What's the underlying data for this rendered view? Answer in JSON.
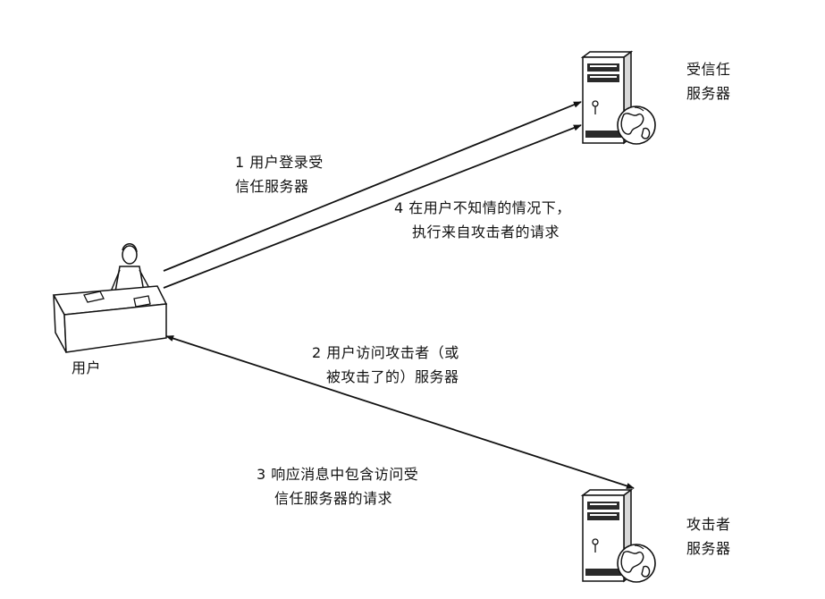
{
  "nodes": {
    "user": {
      "label": "用户",
      "icon": "user-at-desk-icon"
    },
    "trusted_server": {
      "label_lines": [
        "受信任",
        "服务器"
      ],
      "icon": "server-globe-icon"
    },
    "attacker_server": {
      "label_lines": [
        "攻击者",
        "服务器"
      ],
      "icon": "server-globe-icon"
    }
  },
  "steps": [
    {
      "lines": [
        "1 用户登录受",
        "信任服务器"
      ]
    },
    {
      "lines": [
        "2 用户访问攻击者（或",
        "被攻击了的）服务器"
      ]
    },
    {
      "lines": [
        "3 响应消息中包含访问受",
        "信任服务器的请求"
      ]
    },
    {
      "lines": [
        "4 在用户不知情的情况下，",
        "执行来自攻击者的请求"
      ]
    }
  ],
  "colors": {
    "line": "#111111",
    "background": "#ffffff",
    "server_body": "#ffffff",
    "server_dark": "#2a2a2a"
  }
}
